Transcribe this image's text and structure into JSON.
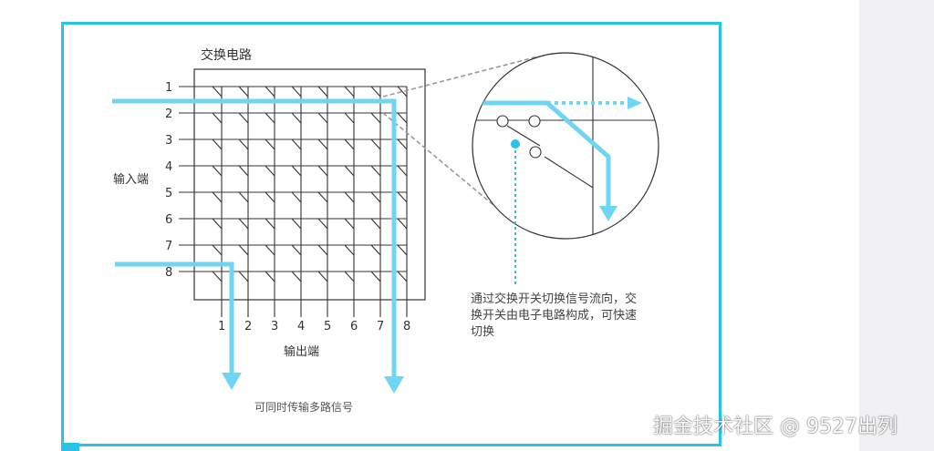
{
  "diagram": {
    "title": "交换电路",
    "input_label": "输入端",
    "output_label": "输出端",
    "input_ports": [
      "1",
      "2",
      "3",
      "4",
      "5",
      "6",
      "7",
      "8"
    ],
    "output_ports": [
      "1",
      "2",
      "3",
      "4",
      "5",
      "6",
      "7",
      "8"
    ],
    "caption_lines": [
      "通过交换开关切换信号流向，交",
      "换开关由电子电路构成，可快速",
      "切换"
    ],
    "bottom_caption": "可同时传输多路信号",
    "colors": {
      "accent": "#29c3e8",
      "signal": "#6ed6f2",
      "line": "#333333",
      "dashed": "#999999",
      "sidebar": "#f1f1f3"
    }
  },
  "watermark": "掘金技术社区 @ 9527出列"
}
